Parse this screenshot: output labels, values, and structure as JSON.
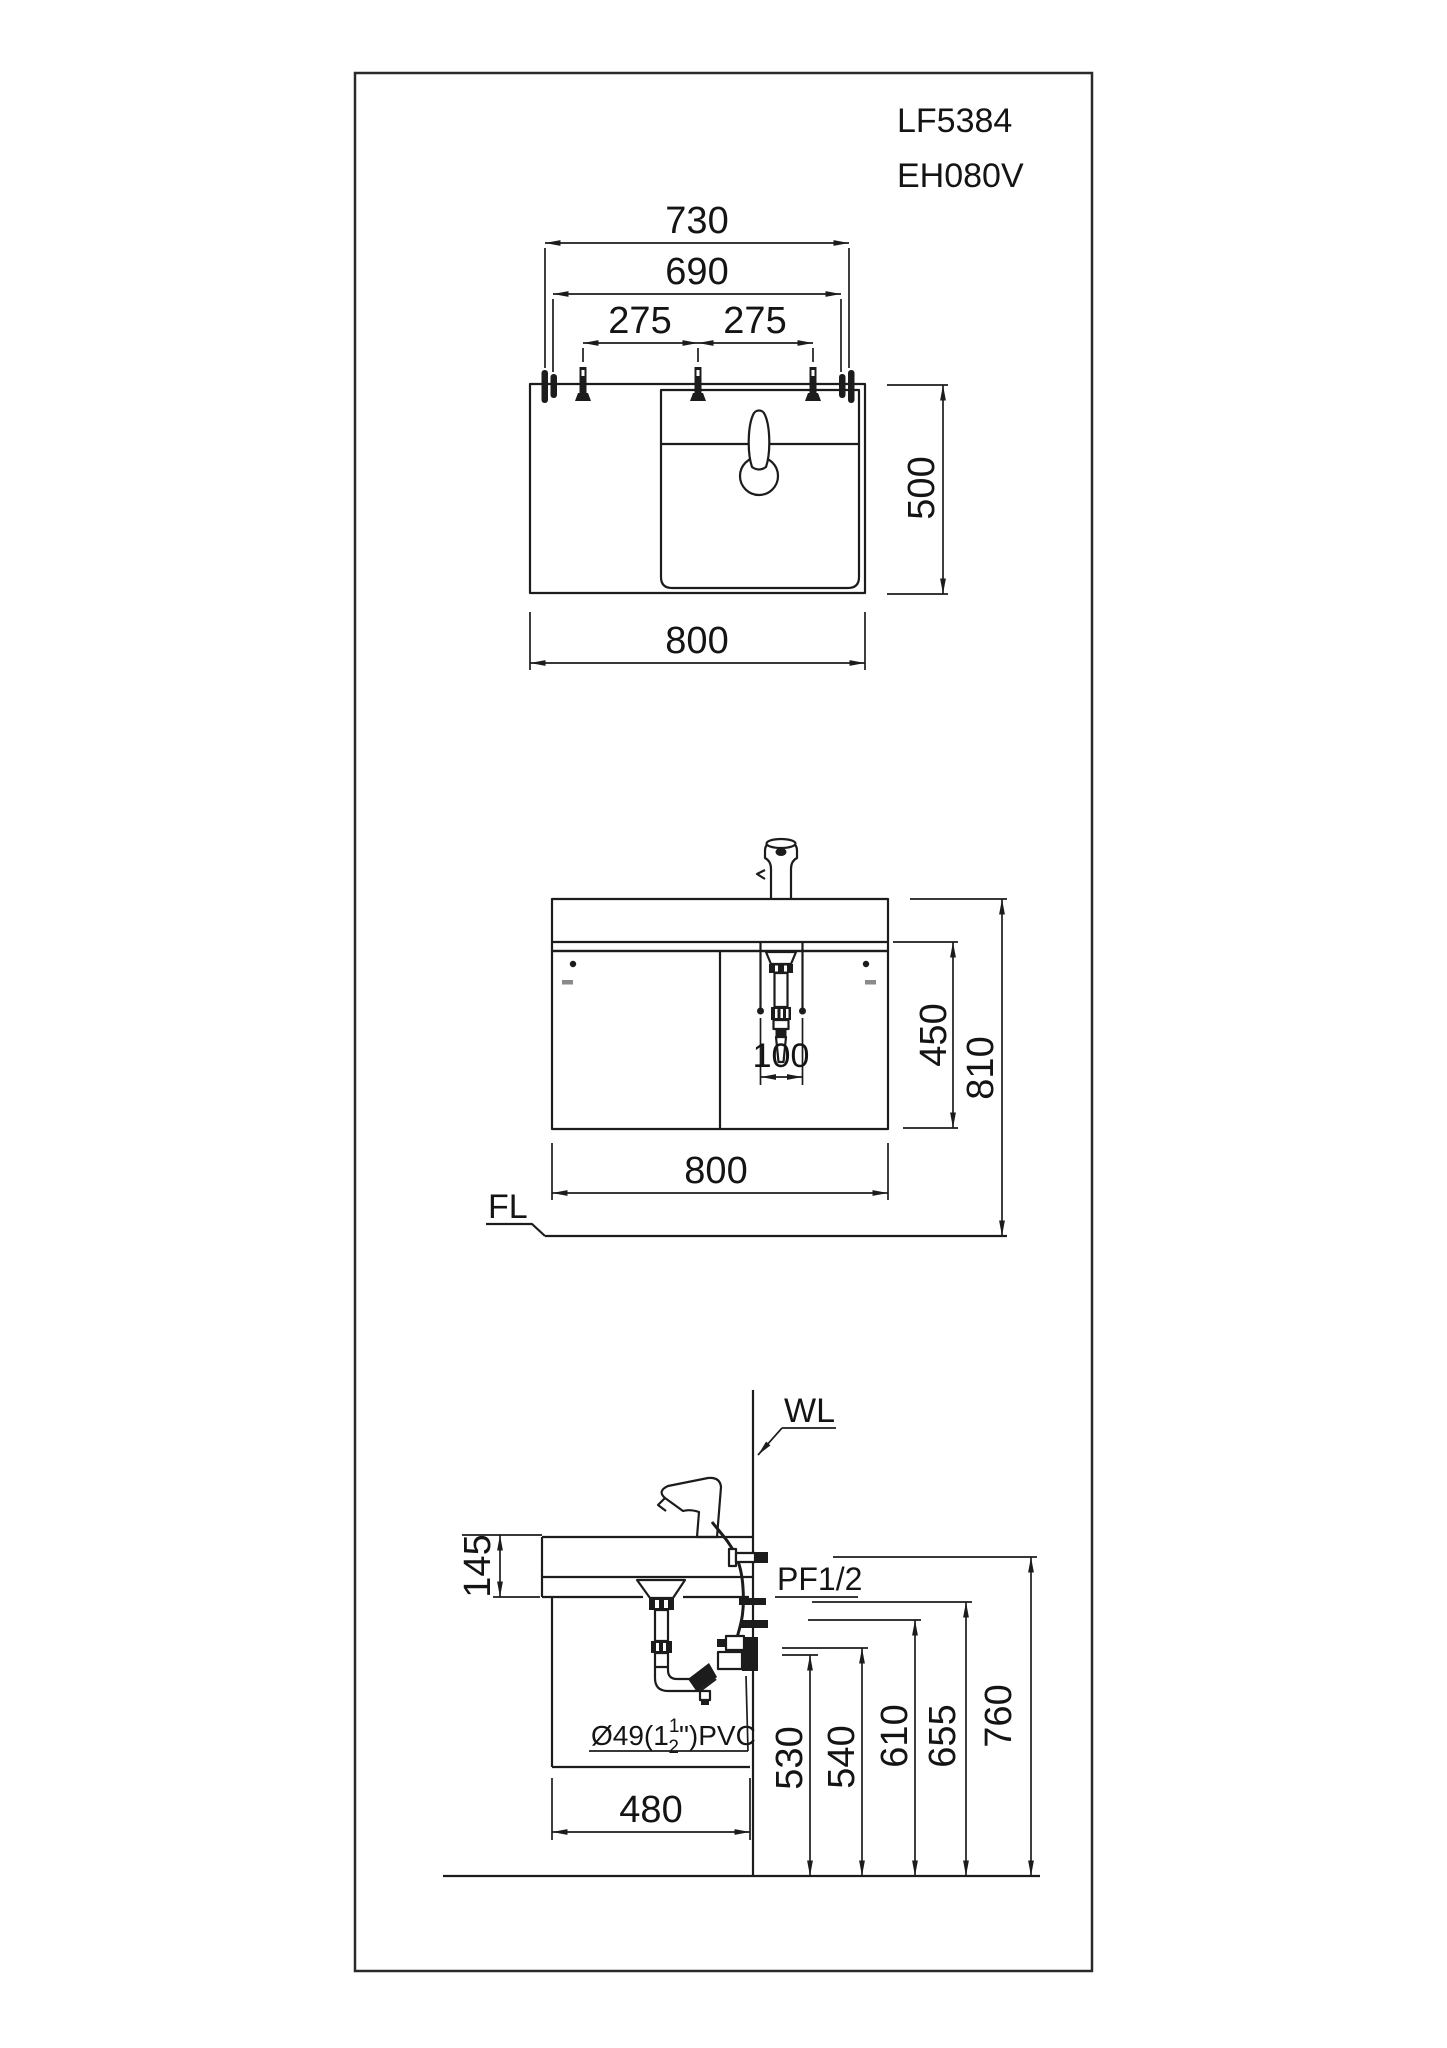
{
  "page": {
    "background": "#ffffff",
    "line_color": "#1c1c1c"
  },
  "header": {
    "model_code_1": "LF5384",
    "model_code_2": "EH080V"
  },
  "top_view": {
    "dim_bracket_outer_width": "730",
    "dim_bracket_inner_width": "690",
    "dim_stud_spacing_left": "275",
    "dim_stud_spacing_right": "275",
    "dim_depth": "500",
    "dim_width": "800"
  },
  "front_view": {
    "dim_rod_spacing": "100",
    "dim_cabinet_height": "450",
    "dim_total_height": "810",
    "dim_width": "800",
    "floor_line_label": "FL"
  },
  "side_view": {
    "wall_line_label": "WL",
    "supply_fitting_label": "PF1/2",
    "drain_label_prefix": "Ø49(1",
    "drain_label_fraction_numerator": "1",
    "drain_label_fraction_denominator": "2",
    "drain_label_suffix": "\")PVC",
    "dim_counter_thickness": "145",
    "dim_cabinet_depth": "480",
    "dim_drain_outlet_height": "530",
    "dim_valve_height": "540",
    "dim_stub_mid_height": "610",
    "dim_stub_upper_height": "655",
    "dim_supply_height": "760"
  }
}
